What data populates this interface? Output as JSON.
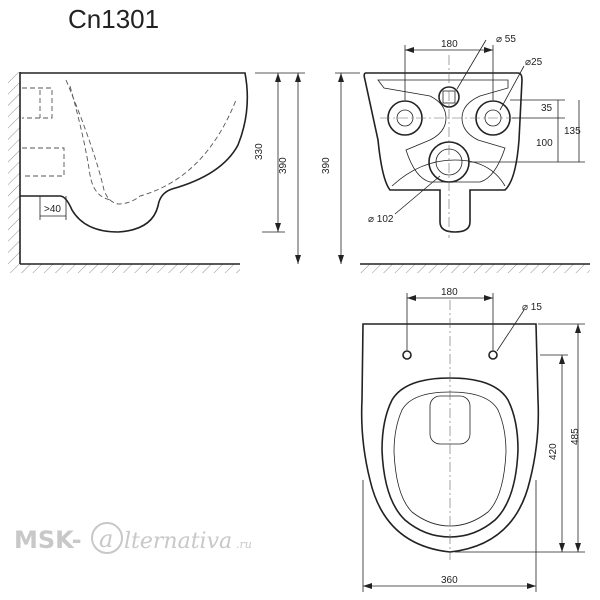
{
  "title": "Cn1301",
  "side_view": {
    "offset_label": ">40",
    "height_label": "330",
    "total_height_label": "390"
  },
  "rear_view": {
    "height_label": "390",
    "spacing_label": "180",
    "outlet_diameter_label": "⌀ 55",
    "bolt_hole_label": "⌀25",
    "dim_35_label": "35",
    "dim_100_label": "100",
    "dim_135_label": "135",
    "drain_diameter_label": "⌀ 102"
  },
  "top_view": {
    "spacing_label": "180",
    "hole_diameter_label": "⌀ 15",
    "length_label": "485",
    "seat_length_label": "420",
    "width_label": "360"
  },
  "watermark": {
    "part1": "MSK-",
    "part2": "a",
    "part3": "lternativa",
    "part4": ".ru"
  }
}
